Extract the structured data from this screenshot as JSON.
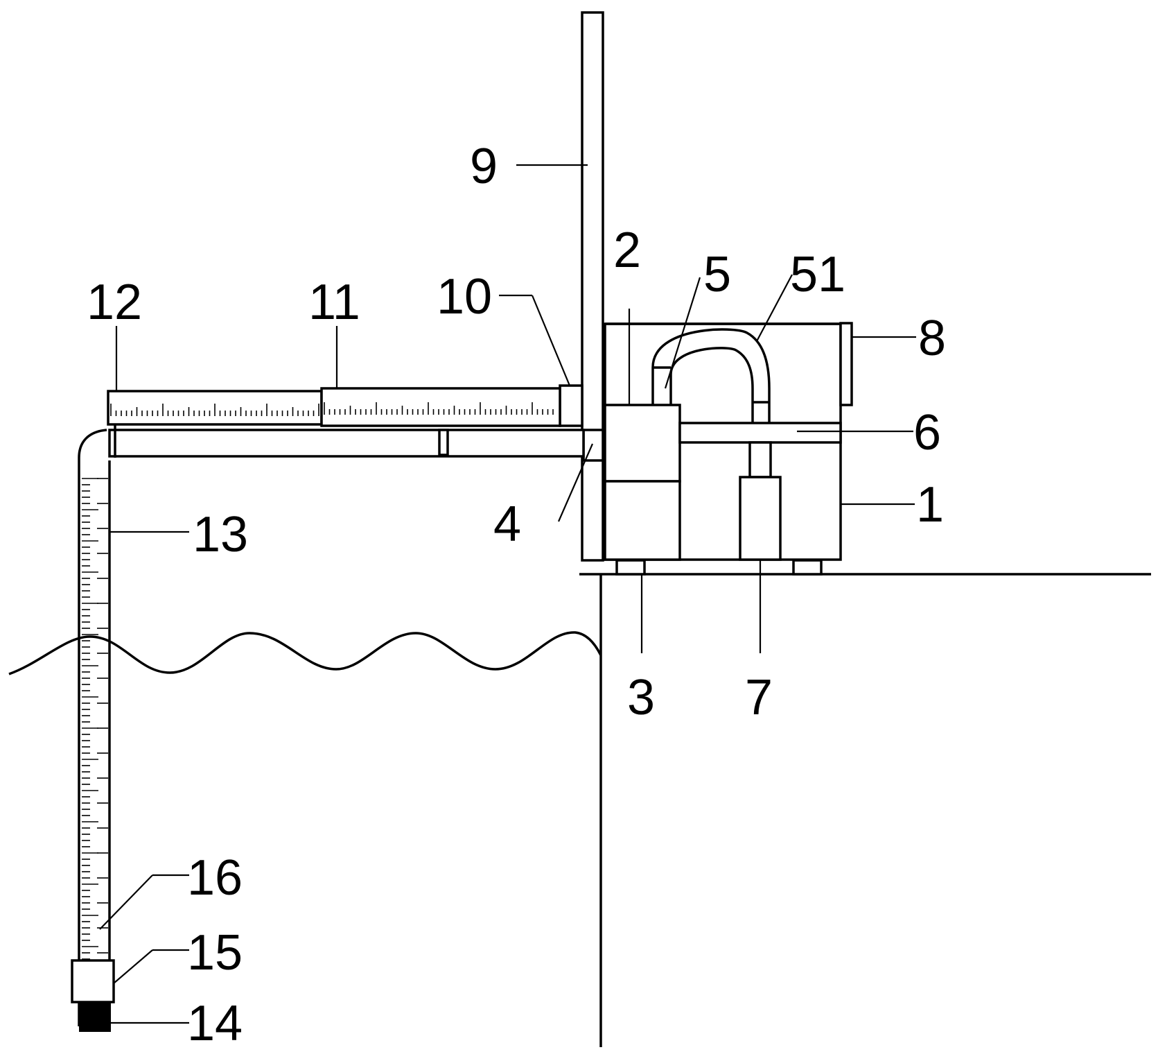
{
  "labels": {
    "l1": "1",
    "l2": "2",
    "l3": "3",
    "l4": "4",
    "l5": "5",
    "l51": "51",
    "l6": "6",
    "l7": "7",
    "l8": "8",
    "l9": "9",
    "l10": "10",
    "l11": "11",
    "l12": "12",
    "l13": "13",
    "l14": "14",
    "l15": "15",
    "l16": "16"
  }
}
